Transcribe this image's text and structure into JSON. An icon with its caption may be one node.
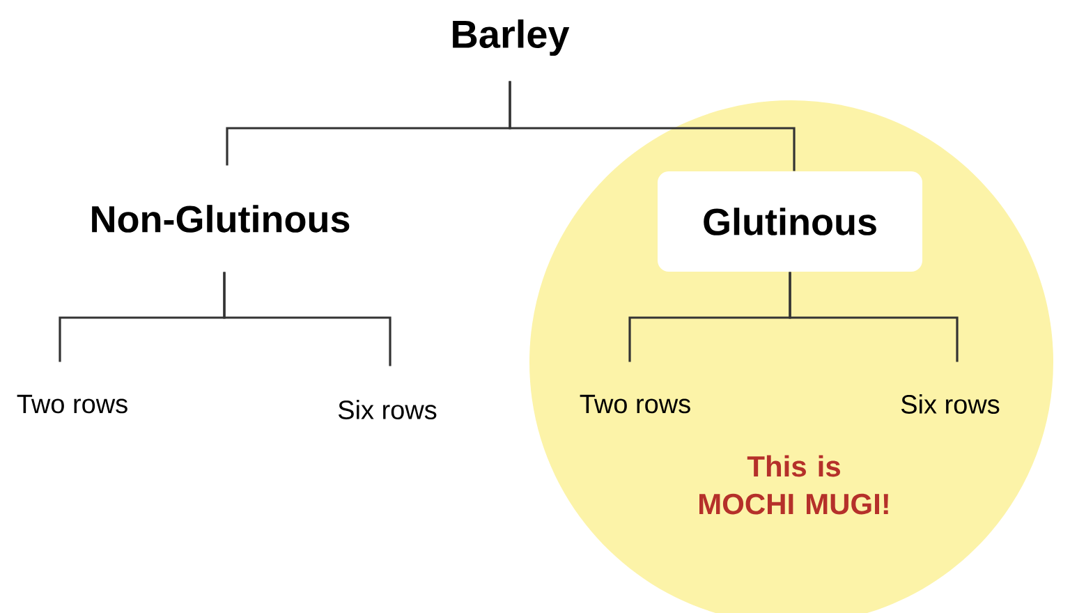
{
  "diagram": {
    "nodes": [
      {
        "text": [
          "Barley"
        ]
      },
      {
        "text": [
          "Non-Glutinous"
        ]
      },
      {
        "text": [
          "This is MOCHI MUGI!"
        ]
      },
      {
        "text": [
          "Glutinous"
        ],
        "in": 2
      },
      {
        "text": [
          "Two rows"
        ]
      },
      {
        "text": [
          "Six rows"
        ]
      },
      {
        "text": [
          "Two rows"
        ],
        "in": 2
      },
      {
        "text": [
          "Six rows"
        ],
        "in": 2
      }
    ],
    "edges": [
      {
        "from": 0,
        "to": 1,
        "arrow": "none"
      },
      {
        "from": 0,
        "to": 3,
        "arrow": "none"
      },
      {
        "from": 1,
        "to": 4,
        "arrow": "none"
      },
      {
        "from": 1,
        "to": 5,
        "arrow": "none"
      },
      {
        "from": 3,
        "to": 6,
        "arrow": "none"
      },
      {
        "from": 3,
        "to": 7,
        "arrow": "none"
      }
    ]
  }
}
